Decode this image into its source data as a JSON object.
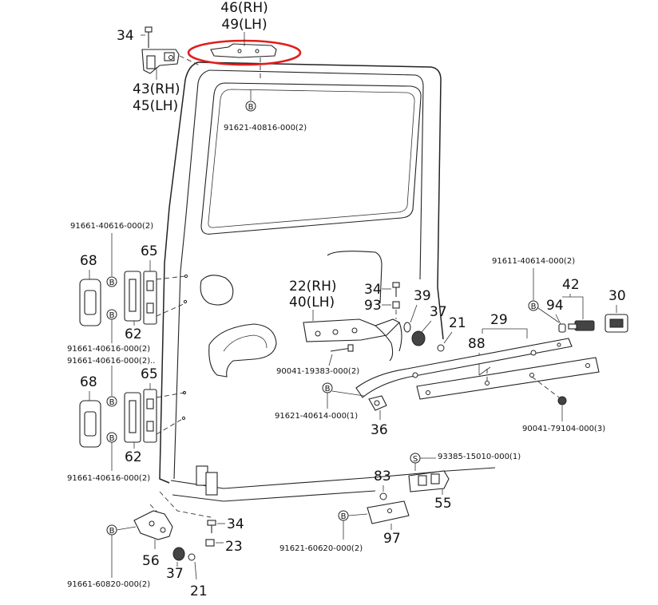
{
  "labels": {
    "p46rh": "46(RH)",
    "p49lh": "49(LH)",
    "p34a": "34",
    "p43rh": "43(RH)",
    "p45lh": "45(LH)",
    "b_top": "B",
    "c_top": "91621-40816-000(2)",
    "c_l1": "91661-40616-000(2)",
    "p68a": "68",
    "p65a": "65",
    "b_l1": "B",
    "b_l2": "B",
    "p62a": "62",
    "c_l2": "91661-40616-000(2)",
    "c_l3": "91661-40616-000(2)..",
    "p68b": "68",
    "p65b": "65",
    "b_l3": "B",
    "b_l4": "B",
    "p62b": "62",
    "c_l4": "91661-40616-000(2)",
    "b_bl": "B",
    "p56": "56",
    "p34b": "34",
    "p23": "23",
    "p37b": "37",
    "p21b": "21",
    "c_bl": "91661-60820-000(2)",
    "p22rh": "22(RH)",
    "p40lh": "40(LH)",
    "p34c": "34",
    "p93": "93",
    "p39": "39",
    "p37a": "37",
    "p21a": "21",
    "c_mid": "90041-19383-000(2)",
    "b_mid": "B",
    "c_mid2": "91621-40614-000(1)",
    "p36": "36",
    "c_r1": "91611-40614-000(2)",
    "b_r1": "B",
    "p42": "42",
    "p30": "30",
    "p94": "94",
    "p29": "29",
    "p88": "88",
    "c_r2": "90041-79104-000(3)",
    "s_r": "S",
    "c_r3": "93385-15010-000(1)",
    "p55": "55",
    "p83": "83",
    "b_br": "B",
    "p97": "97",
    "c_br": "91621-60620-000(2)"
  },
  "colors": {
    "highlight": "#e01e1e",
    "line": "#222222"
  }
}
